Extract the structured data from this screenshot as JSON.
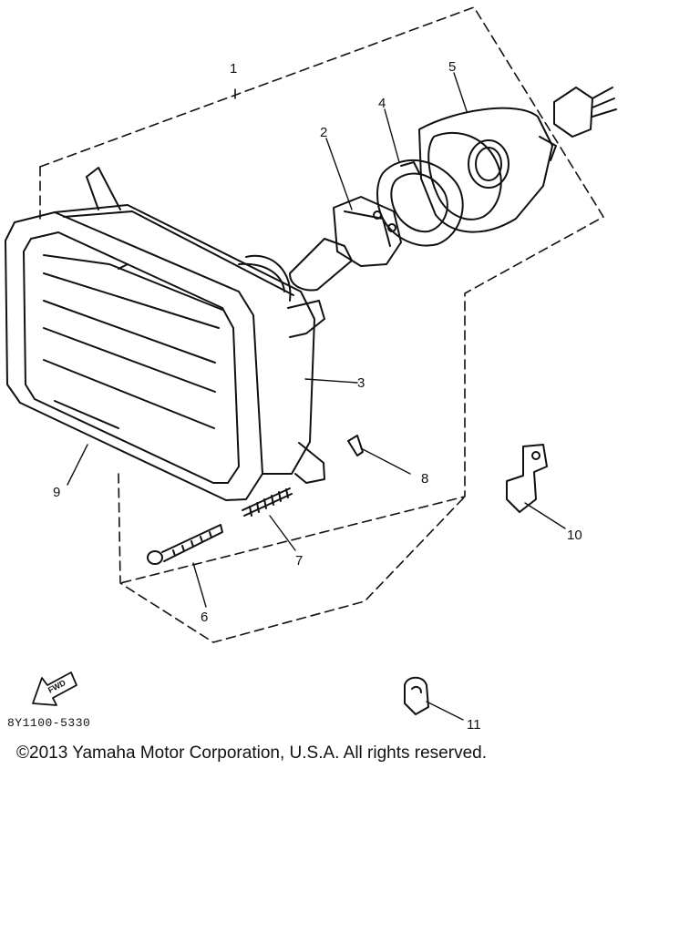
{
  "callouts": {
    "c1": "1",
    "c2": "2",
    "c3": "3",
    "c4": "4",
    "c5": "5",
    "c6": "6",
    "c7": "7",
    "c8": "8",
    "c9": "9",
    "c10": "10",
    "c11": "11"
  },
  "fwd_arrow_label": "FWD",
  "part_code": "8Y1100-5330",
  "copyright": "©2013 Yamaha Motor Corporation, U.S.A. All rights reserved."
}
